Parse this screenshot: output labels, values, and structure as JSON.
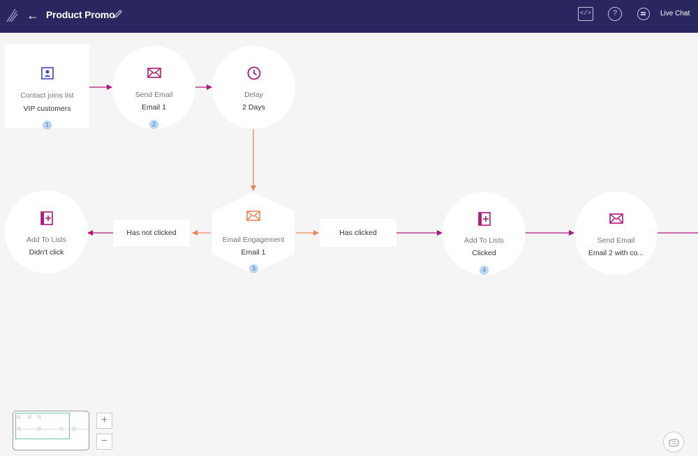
{
  "header": {
    "title": "Product Promo",
    "back_icon": "arrow-left-icon",
    "live_chat_label": "Live Chat",
    "help_label": "?",
    "code_label": "</>",
    "background": "#2a2660"
  },
  "nodes": [
    {
      "id": "trigger",
      "type": "Contact joins list",
      "value": "VIP customers",
      "step": "1",
      "icon": "contact-card-icon",
      "color": "#3b47c8"
    },
    {
      "id": "send1",
      "type": "Send Email",
      "value": "Email 1",
      "step": "2",
      "icon": "envelope-icon",
      "color": "#b0177a"
    },
    {
      "id": "delay",
      "type": "Delay",
      "value": "2 Days",
      "step": "",
      "icon": "clock-icon",
      "color": "#b0177a"
    },
    {
      "id": "engage",
      "type": "Email Engagement",
      "value": "Email 1",
      "step": "3",
      "icon": "envelope-icon",
      "color": "#f0825a"
    },
    {
      "id": "addlist_no",
      "type": "Add To Lists",
      "value": "Didn't click",
      "step": "",
      "icon": "add-to-list-icon",
      "color": "#b0177a"
    },
    {
      "id": "addlist_yes",
      "type": "Add To Lists",
      "value": "Clicked",
      "step": "4",
      "icon": "add-to-list-icon",
      "color": "#b0177a"
    },
    {
      "id": "send2",
      "type": "Send Email",
      "value": "Email 2 with co...",
      "step": "",
      "icon": "envelope-icon",
      "color": "#b0177a"
    }
  ],
  "branches": {
    "no": "Has not clicked",
    "yes": "Has clicked"
  },
  "edge_colors": {
    "primary": "#b0177a",
    "branch": "#f0825a"
  },
  "zoom": {
    "in_label": "+",
    "out_label": "−"
  }
}
